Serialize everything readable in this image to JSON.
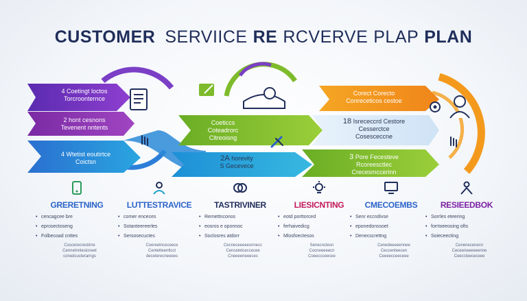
{
  "title": {
    "part1": "CUSTOMER",
    "part2": "SERVIICE",
    "part3": "RE",
    "part4": "RCVERVE",
    "part5": "PLAP",
    "part6": "PLAN"
  },
  "flow": {
    "stage1": {
      "line1": "4 Coetingt loctos",
      "line2": "Torcroonternce"
    },
    "stage2": {
      "line1": "2 hont cesnons",
      "line2": "Tevenent nntents"
    },
    "stage3": {
      "line1": "4 Wtetist eoutirtce",
      "line2": "Coictsn"
    },
    "stage4": {
      "line1": "Coeticcs",
      "line2": "Coteadrorc",
      "line3": "Cltreoisng"
    },
    "stage5": {
      "line1": "2A",
      "line2": "horevity",
      "line3": "S Gecevece"
    },
    "stage6": {
      "line1": "Corect Corecto",
      "line2": "Conreceticos cestoe"
    },
    "stage7": {
      "line1": "18",
      "line2": "Isrececcrd Cestore",
      "line3": "Cesserctce",
      "line4": "Cosesceccne"
    },
    "stage8": {
      "line1": "3",
      "line2": "Pore Fecesteve",
      "line3": "Rcoreesctlec",
      "line4": "Crecesmccerinn"
    }
  },
  "columns": [
    {
      "head": "GRERETNING",
      "color": "#2b63c8",
      "icon": "phone-icon",
      "items": [
        "cencagcee bre",
        "eprosectoseng",
        "Folbecoad cnttes"
      ],
      "sub": [
        "Coscerecrestirne",
        "Cennetnnlesicneet",
        "conedcucterarngs"
      ]
    },
    {
      "head": "LUTTESTRAVICE",
      "color": "#2b63c8",
      "icon": "person-icon",
      "items": [
        "comer enceces",
        "Sotanteereerles",
        "Sersosecuctes"
      ],
      "sub": [
        "Coereetnceceece",
        "Centetteentlcct",
        "deceterecneeees"
      ]
    },
    {
      "head": "TASTRIVINER",
      "color": "#1f2d5a",
      "icon": "connect-icon",
      "items": [
        "Remettnconos",
        "eosros e oponnoc",
        "Soclosres atdorr"
      ],
      "sub": [
        "Cecneceeeeesnnecc",
        "Cencetetceccecee",
        "Cneeeeneeeces"
      ]
    },
    {
      "head": "LIESICNTING",
      "color": "#c2185b",
      "icon": "bulb-icon",
      "items": [
        "eotd porttorced",
        "ferhaivedicg",
        "Mlosfoectesos"
      ],
      "sub": [
        "Senecnctesn",
        "Cocneeeeecn",
        "Coeeccceecee"
      ]
    },
    {
      "head": "CMECOEMBS",
      "color": "#2b63c8",
      "icon": "monitor-icon",
      "items": [
        "Senr eccndivse",
        "eponedonssoet",
        "Denecscrettng"
      ],
      "sub": [
        "Cenedeeeeennee",
        "Ceccenteecen",
        "Ceeeecceeceee"
      ]
    },
    {
      "head": "RESIEEDBOK",
      "color": "#7b1fa2",
      "icon": "feedback-icon",
      "items": [
        "Sorrles eteering",
        "forrtoeeosing ofts",
        "Soieceecting"
      ],
      "sub": [
        "Cenenecenecn",
        "Ceceeneeeeeenne",
        "Ceeccteececeee"
      ]
    }
  ],
  "colors": {
    "purple": "#6a2fb8",
    "magenta": "#8e2ea8",
    "blue": "#2d7fd8",
    "teal": "#1aa3c9",
    "green": "#7dbb2c",
    "orange": "#f39a1d",
    "darkblue": "#1f2d5a"
  }
}
